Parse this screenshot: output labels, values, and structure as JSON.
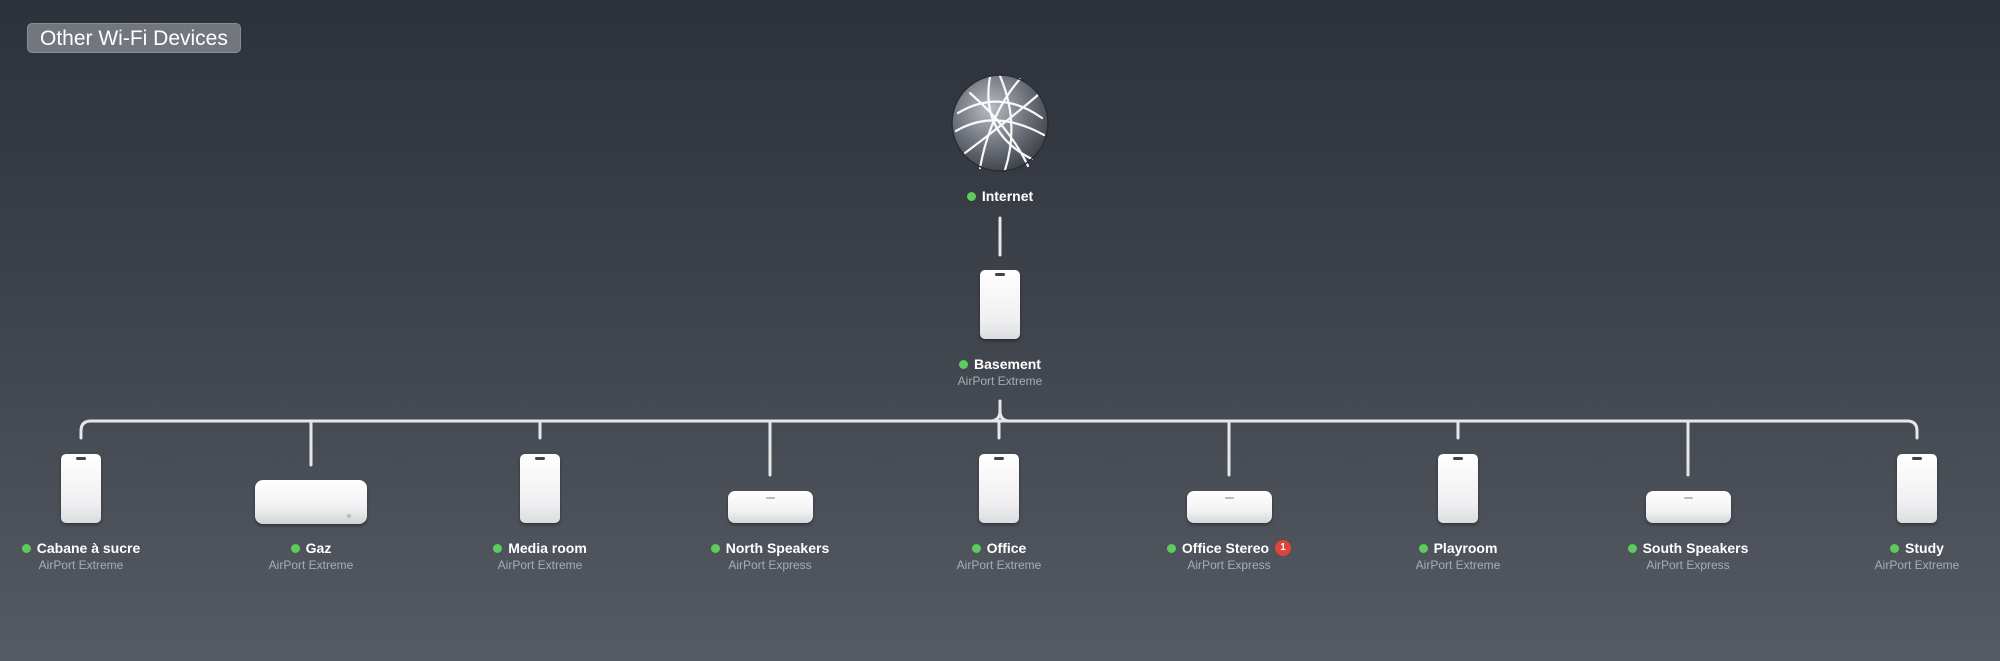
{
  "header": {
    "other_devices_label": "Other Wi-Fi Devices"
  },
  "colors": {
    "status_green": "#5ccc5c",
    "badge_red": "#e0433a",
    "link": "#e6e7e9"
  },
  "internet": {
    "label": "Internet",
    "status": "online",
    "icon": "globe-icon"
  },
  "root": {
    "name": "Basement",
    "model": "AirPort Extreme",
    "status": "online",
    "icon": "airport-extreme-icon"
  },
  "devices": [
    {
      "name": "Cabane à sucre",
      "model": "AirPort Extreme",
      "status": "online",
      "icon": "airport-extreme-icon",
      "badge": ""
    },
    {
      "name": "Gaz",
      "model": "AirPort Extreme",
      "status": "online",
      "icon": "airport-extreme-base-icon",
      "badge": ""
    },
    {
      "name": "Media room",
      "model": "AirPort Extreme",
      "status": "online",
      "icon": "airport-extreme-icon",
      "badge": ""
    },
    {
      "name": "North Speakers",
      "model": "AirPort Express",
      "status": "online",
      "icon": "airport-express-icon",
      "badge": ""
    },
    {
      "name": "Office",
      "model": "AirPort Extreme",
      "status": "online",
      "icon": "airport-extreme-icon",
      "badge": ""
    },
    {
      "name": "Office Stereo",
      "model": "AirPort Express",
      "status": "online",
      "icon": "airport-express-icon",
      "badge": "1"
    },
    {
      "name": "Playroom",
      "model": "AirPort Extreme",
      "status": "online",
      "icon": "airport-extreme-icon",
      "badge": ""
    },
    {
      "name": "South Speakers",
      "model": "AirPort Express",
      "status": "online",
      "icon": "airport-express-icon",
      "badge": ""
    },
    {
      "name": "Study",
      "model": "AirPort Extreme",
      "status": "online",
      "icon": "airport-extreme-icon",
      "badge": ""
    }
  ]
}
